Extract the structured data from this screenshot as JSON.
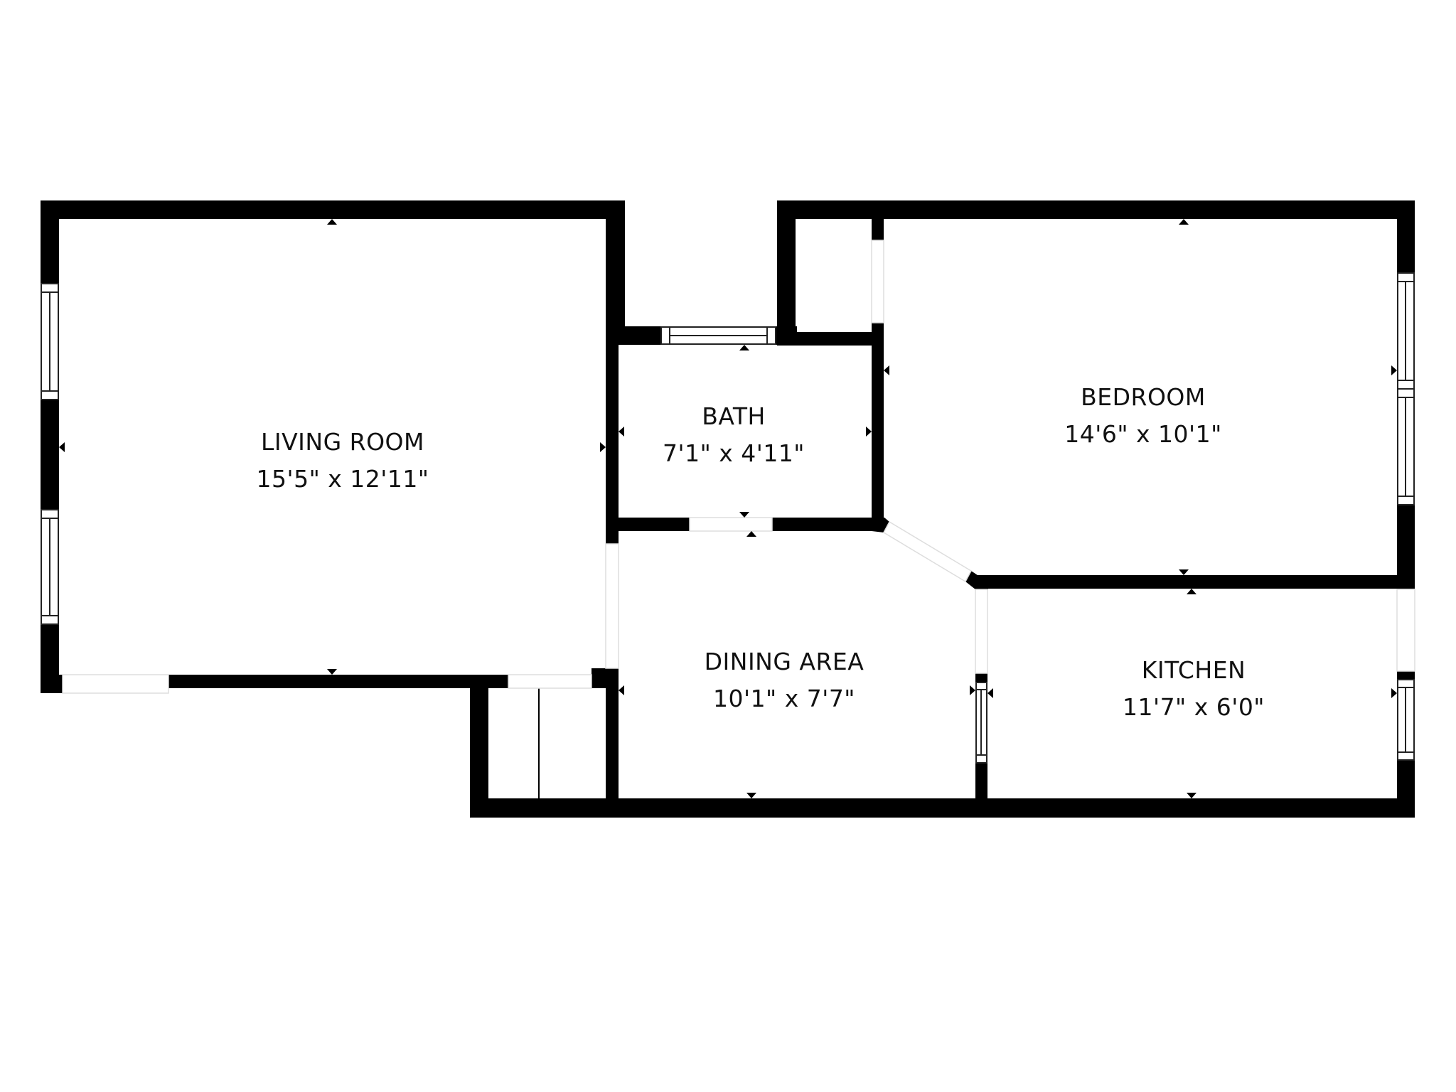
{
  "plan": {
    "wall_color": "#000000",
    "background_color": "#ffffff",
    "opening_line_color": "#dddddd"
  },
  "rooms": {
    "living_room": {
      "name": "LIVING ROOM",
      "dimensions": "15'5\" x 12'11\""
    },
    "bath": {
      "name": "BATH",
      "dimensions": "7'1\" x 4'11\""
    },
    "bedroom": {
      "name": "BEDROOM",
      "dimensions": "14'6\" x 10'1\""
    },
    "dining_area": {
      "name": "DINING AREA",
      "dimensions": "10'1\" x 7'7\""
    },
    "kitchen": {
      "name": "KITCHEN",
      "dimensions": "11'7\" x 6'0\""
    }
  }
}
